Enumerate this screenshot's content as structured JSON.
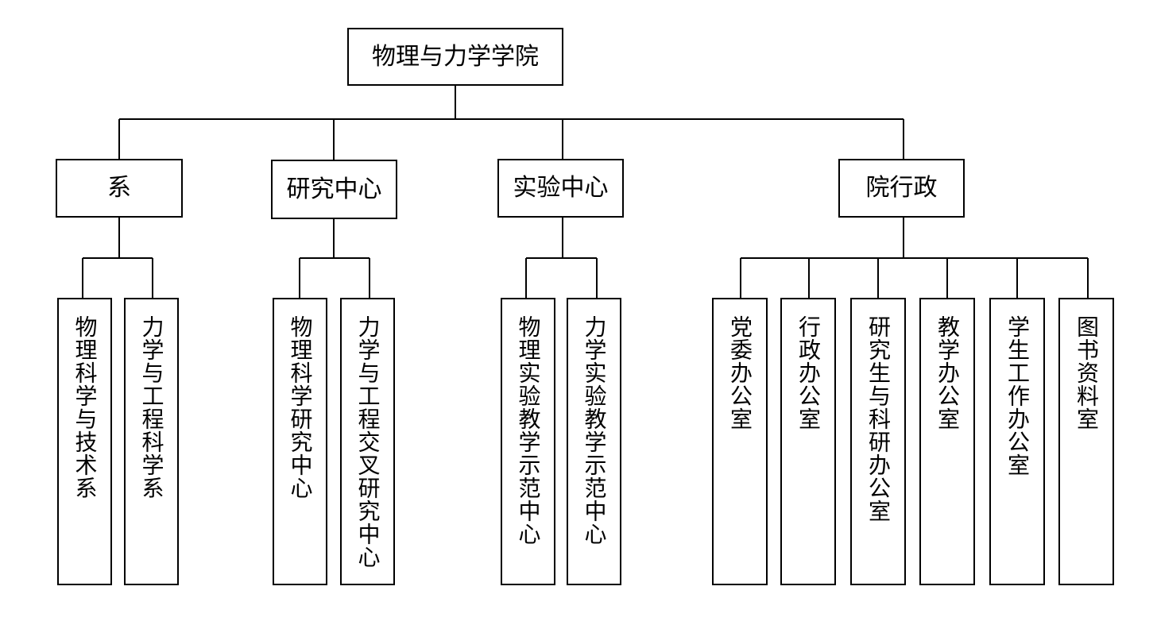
{
  "root": {
    "label": "物理与力学学院"
  },
  "branches": [
    {
      "key": "department",
      "label": "系",
      "children": [
        "物理科学与技术系",
        "力学与工程科学系"
      ]
    },
    {
      "key": "research",
      "label": "研究中心",
      "children": [
        "物理科学研究中心",
        "力学与工程交叉研究中心"
      ]
    },
    {
      "key": "lab",
      "label": "实验中心",
      "children": [
        "物理实验教学示范中心",
        "力学实验教学示范中心"
      ]
    },
    {
      "key": "admin",
      "label": "院行政",
      "children": [
        "党委办公室",
        "行政办公室",
        "研究生与科研办公室",
        "教学办公室",
        "学生工作办公室",
        "图书资料室"
      ]
    }
  ]
}
